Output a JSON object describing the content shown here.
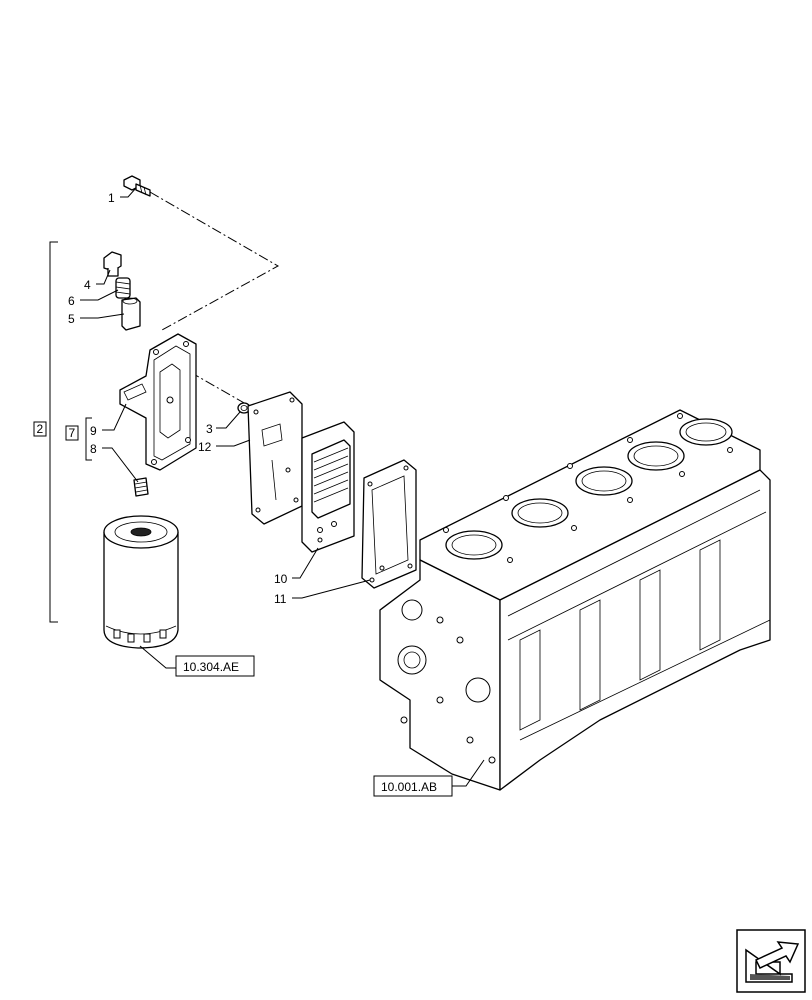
{
  "callouts": {
    "c1": "1",
    "c2": "2",
    "c3": "3",
    "c4": "4",
    "c5": "5",
    "c6": "6",
    "c7": "7",
    "c8": "8",
    "c9": "9",
    "c10": "10",
    "c11": "11",
    "c12": "12"
  },
  "references": {
    "oil_filter_ref": "10.304.AE",
    "engine_block_ref": "10.001.AB"
  },
  "icons": {
    "nav_arrow": "arrow-icon"
  }
}
